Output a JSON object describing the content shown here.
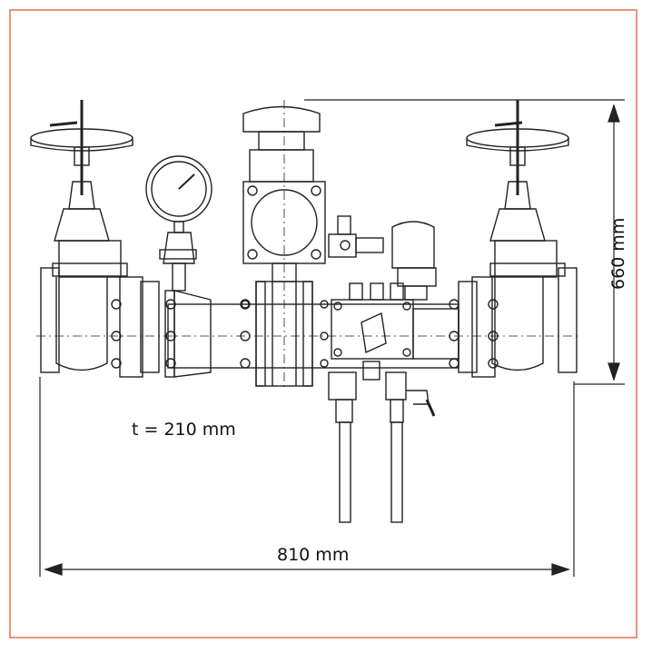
{
  "frame_color": "#e8957a",
  "dimensions": {
    "depth_label": "t = 210 mm",
    "width_label": "810 mm",
    "height_label": "660 mm"
  }
}
